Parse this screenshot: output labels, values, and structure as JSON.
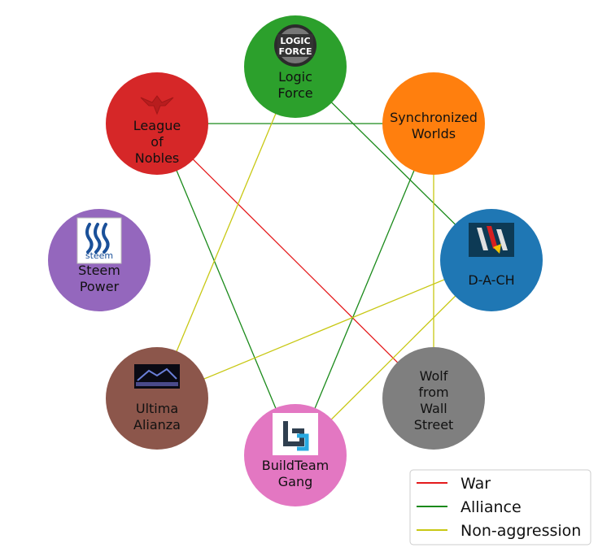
{
  "relation_colors": {
    "war": "#e41a1c",
    "alliance": "#1a8a1a",
    "non_aggression": "#c8c814"
  },
  "nodes": [
    {
      "id": "logic-force",
      "label": [
        "Logic",
        "Force"
      ],
      "color": "#2ca02c",
      "icon": "logic-force-logo-icon",
      "logo_text": [
        "LOGIC",
        "FORCE"
      ]
    },
    {
      "id": "synchronized-worlds",
      "label": [
        "Synchronized",
        "Worlds"
      ],
      "color": "#ff7f0e",
      "icon": null
    },
    {
      "id": "d-a-ch",
      "label": [
        "D-A-CH"
      ],
      "color": "#1f77b4",
      "icon": "d-a-ch-logo-icon"
    },
    {
      "id": "wolf-from-wall-street",
      "label": [
        "Wolf",
        "from",
        "Wall",
        "Street"
      ],
      "color": "#7f7f7f",
      "icon": null
    },
    {
      "id": "buildteam-gang",
      "label": [
        "BuildTeam",
        "Gang"
      ],
      "color": "#e377c2",
      "icon": "buildteam-logo-icon"
    },
    {
      "id": "ultima-alianza",
      "label": [
        "Ultima",
        "Alianza"
      ],
      "color": "#8c564b",
      "icon": "ultima-alianza-logo-icon"
    },
    {
      "id": "steem-power",
      "label": [
        "Steem",
        "Power"
      ],
      "color": "#9467bd",
      "icon": "steem-logo-icon",
      "logo_text": "steem"
    },
    {
      "id": "league-of-nobles",
      "label": [
        "League",
        "of",
        "Nobles"
      ],
      "color": "#d62728",
      "icon": "eagle-crest-icon"
    }
  ],
  "edges": [
    {
      "source": "league-of-nobles",
      "target": "synchronized-worlds",
      "relation": "alliance"
    },
    {
      "source": "league-of-nobles",
      "target": "buildteam-gang",
      "relation": "alliance"
    },
    {
      "source": "league-of-nobles",
      "target": "wolf-from-wall-street",
      "relation": "war"
    },
    {
      "source": "logic-force",
      "target": "d-a-ch",
      "relation": "alliance"
    },
    {
      "source": "logic-force",
      "target": "ultima-alianza",
      "relation": "non_aggression"
    },
    {
      "source": "synchronized-worlds",
      "target": "buildteam-gang",
      "relation": "alliance"
    },
    {
      "source": "synchronized-worlds",
      "target": "wolf-from-wall-street",
      "relation": "non_aggression"
    },
    {
      "source": "d-a-ch",
      "target": "ultima-alianza",
      "relation": "non_aggression"
    },
    {
      "source": "d-a-ch",
      "target": "buildteam-gang",
      "relation": "non_aggression"
    }
  ],
  "legend": [
    {
      "relation": "war",
      "label": "War"
    },
    {
      "relation": "alliance",
      "label": "Alliance"
    },
    {
      "relation": "non_aggression",
      "label": "Non-aggression"
    }
  ]
}
